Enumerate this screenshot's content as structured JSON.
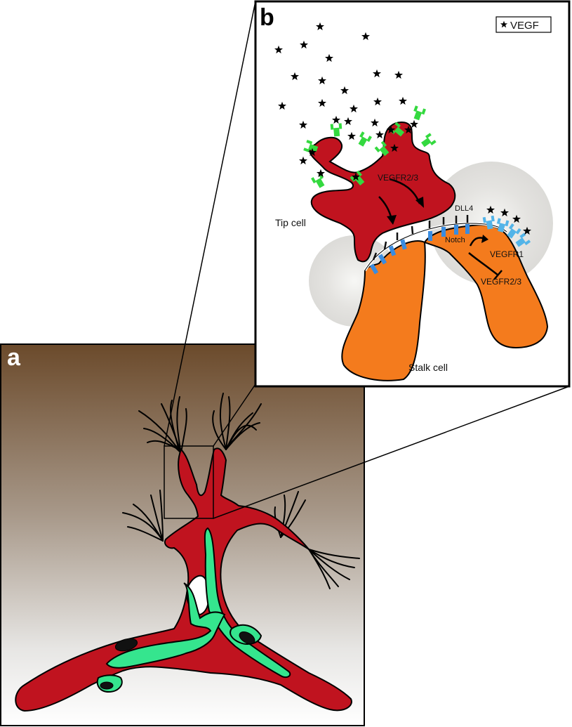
{
  "panel_a": {
    "letter": "a"
  },
  "panel_b": {
    "letter": "b",
    "legend": {
      "icon": "star-icon",
      "label": "VEGF"
    },
    "labels": {
      "receptor_tip": "VEGFR2/3",
      "tip_cell": "Tip cell",
      "dll4": "DLL4",
      "notch": "Notch",
      "vegfr1": "VEGFR1",
      "receptor_stalk": "VEGFR2/3",
      "stalk_cell": "Stalk cell"
    }
  },
  "colors": {
    "tip_cell": "#c0131f",
    "stalk_cell": "#f47b1d",
    "pericyte": "#35e58e",
    "vegfr_green": "#34d93f",
    "dll4_blue": "#3a8ce0",
    "vegfr1_lightblue": "#53b4e8",
    "background_top": "#6b4a2b",
    "background_bottom": "#ffffff"
  }
}
